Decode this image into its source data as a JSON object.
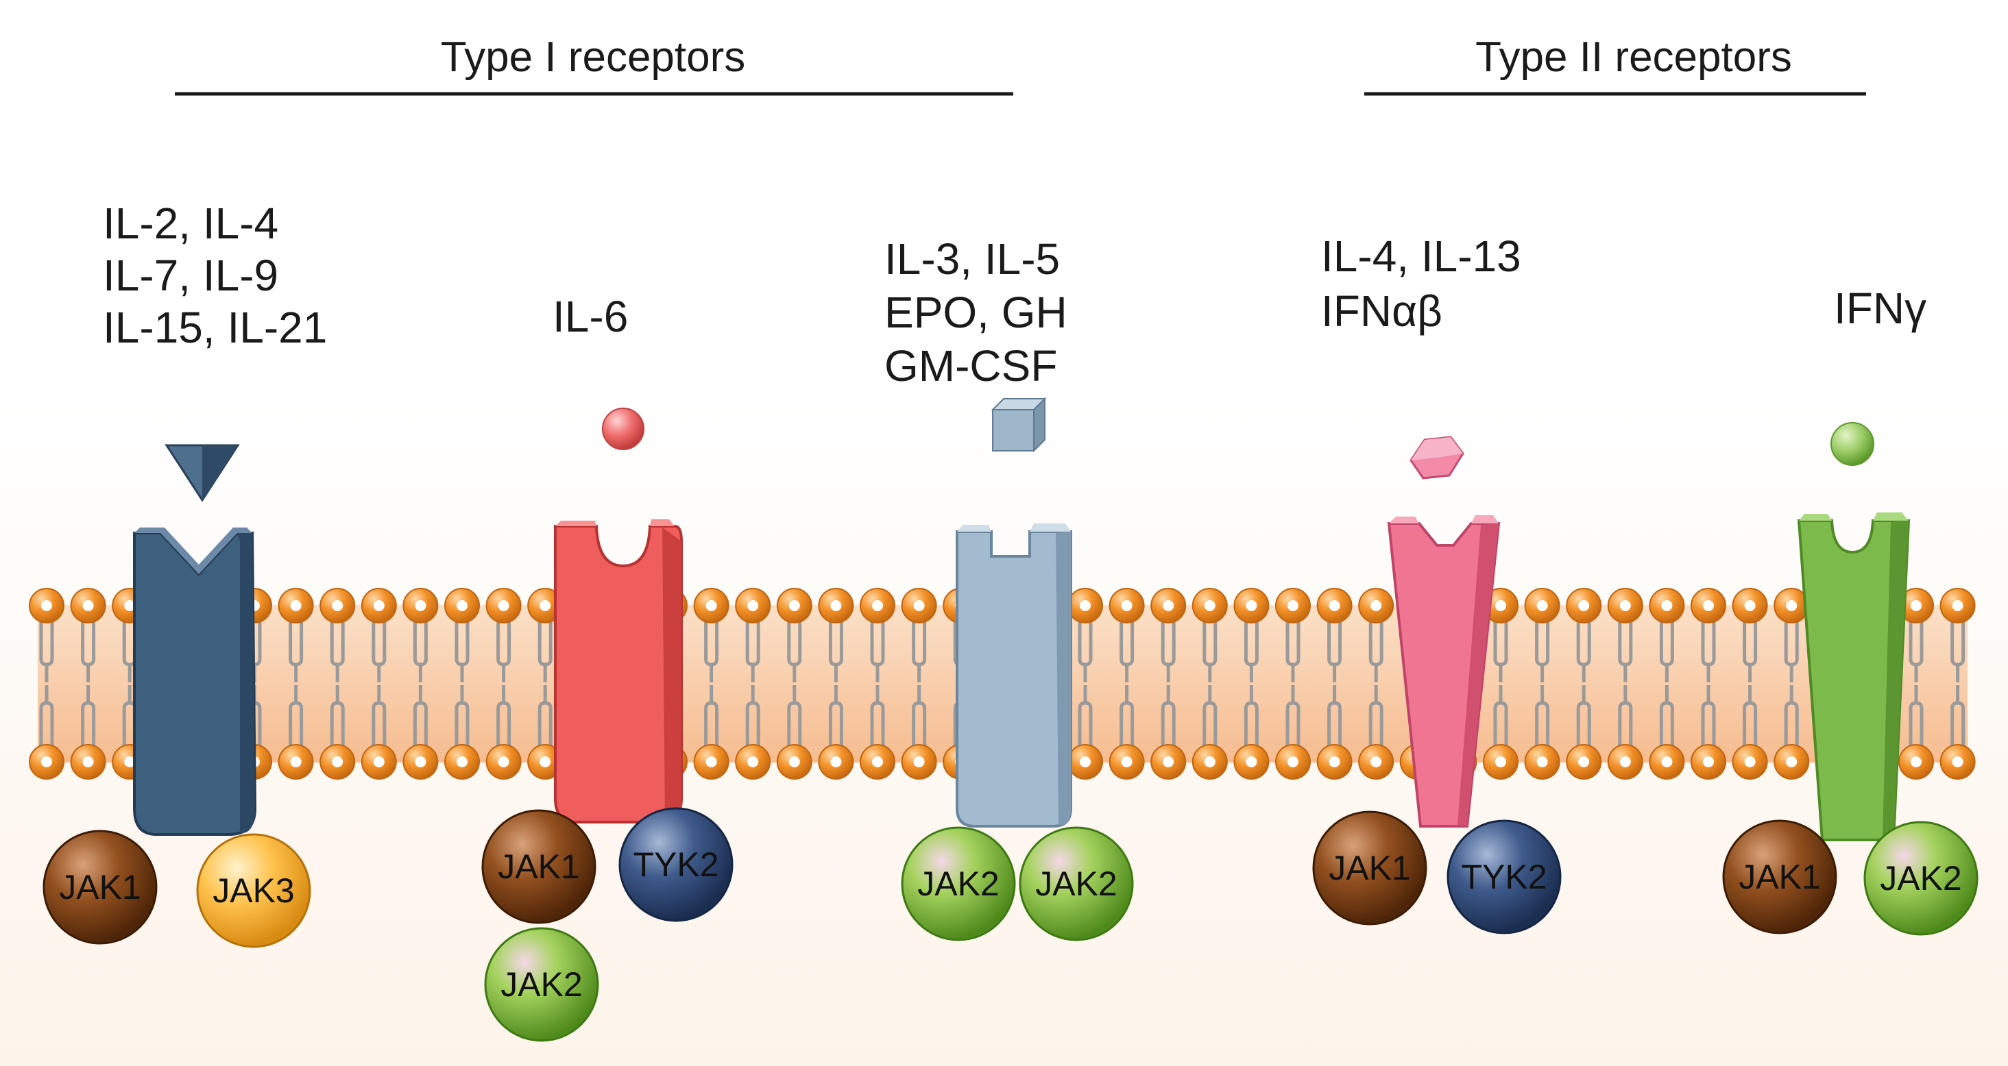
{
  "headers": {
    "type1": "Type I receptors",
    "type2": "Type II receptors"
  },
  "receptors": [
    {
      "id": "r1",
      "ligand_lines": [
        "IL-2, IL-4",
        "IL-7, IL-9",
        "IL-15, IL-21"
      ],
      "ligand_shape": "triangle",
      "color": "#3d5f7e",
      "kinases": [
        "JAK1",
        "JAK3"
      ]
    },
    {
      "id": "r2",
      "ligand_lines": [
        "IL-6"
      ],
      "ligand_shape": "sphere",
      "color": "#ee5757",
      "kinases": [
        "JAK1",
        "TYK2",
        "JAK2"
      ]
    },
    {
      "id": "r3",
      "ligand_lines": [
        "IL-3, IL-5",
        "EPO, GH",
        "GM-CSF"
      ],
      "ligand_shape": "cube",
      "color": "#9fb8cc",
      "kinases": [
        "JAK2",
        "JAK2"
      ]
    },
    {
      "id": "r4",
      "ligand_lines": [
        "IL-4, IL-13",
        "IFNαβ"
      ],
      "ligand_shape": "hexagon",
      "color": "#ef6f8c",
      "kinases": [
        "JAK1",
        "TYK2"
      ]
    },
    {
      "id": "r5",
      "ligand_lines": [
        "IFNγ"
      ],
      "ligand_shape": "sphere",
      "color": "#79b649",
      "kinases": [
        "JAK1",
        "JAK2"
      ]
    }
  ],
  "kinase_colors": {
    "JAK1": "#8a4a1e",
    "JAK2": "#8cc24a",
    "JAK3": "#ffbf4d",
    "TYK2": "#3b5787"
  },
  "membrane_colors": {
    "head": "#f08d2a",
    "core": "#f7c097",
    "tail": "#9a9a9a"
  }
}
